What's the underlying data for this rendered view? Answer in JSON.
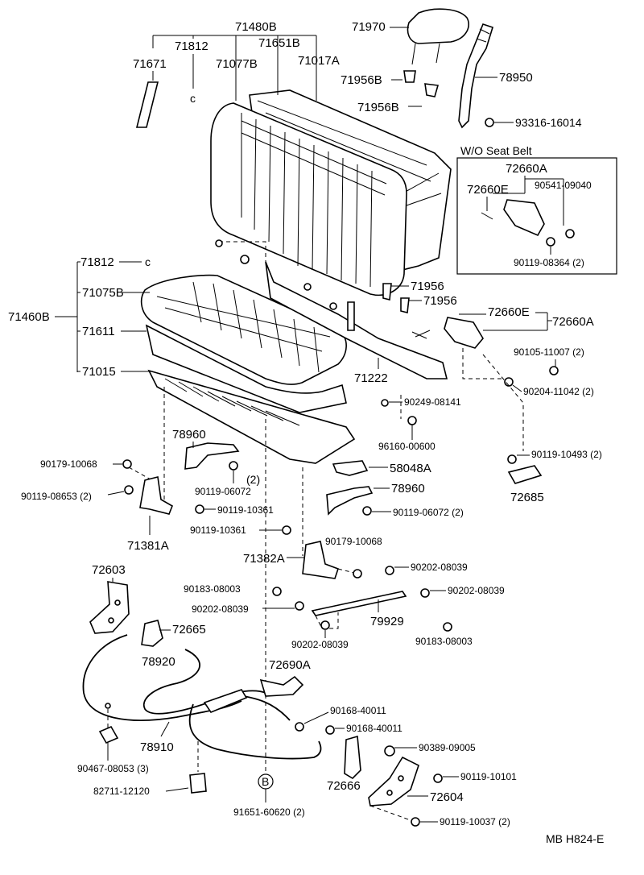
{
  "labels": {
    "p71480B": "71480B",
    "p71812a": "71812",
    "p71651B": "71651B",
    "p71671": "71671",
    "p71077B": "71077B",
    "p71017A": "71017A",
    "p71970": "71970",
    "p71956Ba": "71956B",
    "p71956Bb": "71956B",
    "p78950": "78950",
    "p93316": "93316-16014",
    "wo_seat_belt": "W/O Seat Belt",
    "p72660A_box": "72660A",
    "p72660E_box": "72660E",
    "p90541": "90541-09040",
    "p90119_08364": "90119-08364 (2)",
    "p71812b": "71812",
    "p71075B": "71075B",
    "p71460B": "71460B",
    "p71611": "71611",
    "p71015": "71015",
    "p71956a": "71956",
    "p71956b": "71956",
    "p72660E": "72660E",
    "p72660A": "72660A",
    "p71222": "71222",
    "p90105": "90105-11007 (2)",
    "p90204": "90204-11042 (2)",
    "p90249": "90249-08141",
    "p96160": "96160-00600",
    "p78960a": "78960",
    "p90179a": "90179-10068",
    "p90119_06072a": "90119-06072",
    "p2": "(2)",
    "p90119_08653": "90119-08653 (2)",
    "p90119_10361a": "90119-10361",
    "p58048A": "58048A",
    "p78960b": "78960",
    "p90119_06072b": "90119-06072 (2)",
    "p90119_10493": "90119-10493 (2)",
    "p72685": "72685",
    "p71381A": "71381A",
    "p90119_10361b": "90119-10361",
    "p90179b": "90179-10068",
    "p71382A": "71382A",
    "p90202a": "90202-08039",
    "p72603": "72603",
    "p90183a": "90183-08003",
    "p90202b": "90202-08039",
    "p90202c": "90202-08039",
    "p79929": "79929",
    "p72665": "72665",
    "p90202d": "90202-08039",
    "p90183b": "90183-08003",
    "p78920": "78920",
    "p72690A": "72690A",
    "p90168a": "90168-40011",
    "p90168b": "90168-40011",
    "p78910": "78910",
    "p90389": "90389-09005",
    "p90467": "90467-08053 (3)",
    "p72666": "72666",
    "p90119_10101": "90119-10101",
    "p82711": "82711-12120",
    "p72604": "72604",
    "pB": "B",
    "p91651": "91651-60620 (2)",
    "p90119_10037": "90119-10037 (2)",
    "footer_code": "MB  H824-E"
  }
}
